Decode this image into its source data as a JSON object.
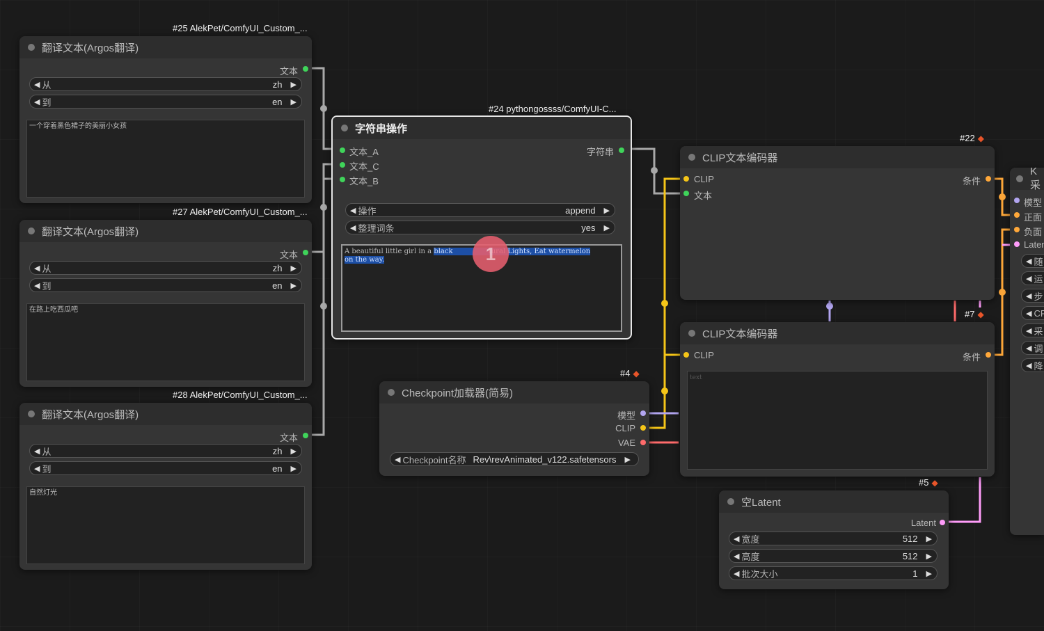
{
  "colors": {
    "string_socket": "#3fd45a",
    "clip_socket": "#f5c518",
    "cond_socket": "#ffa83a",
    "model_socket": "#b2a5f0",
    "vae_socket": "#ff6b6b",
    "latent_socket": "#ff9cf9",
    "string_wire": "#a8a8a8",
    "clip_wire": "#f5c518",
    "cond_wire": "#ffa83a",
    "vae_wire": "#ff6b6b",
    "latent_wire": "#ff9cf9",
    "model_wire": "#b2a5f0"
  },
  "nodes": {
    "translate25": {
      "badge": "#25 AlekPet/ComfyUI_Custom_...",
      "title": "翻译文本(Argos翻译)",
      "output": "文本",
      "from_label": "从",
      "from_value": "zh",
      "to_label": "到",
      "to_value": "en",
      "text": "一个穿着黑色裙子的美丽小女孩"
    },
    "translate27": {
      "badge": "#27 AlekPet/ComfyUI_Custom_...",
      "title": "翻译文本(Argos翻译)",
      "output": "文本",
      "from_label": "从",
      "from_value": "zh",
      "to_label": "到",
      "to_value": "en",
      "text": "在路上吃西瓜吧"
    },
    "translate28": {
      "badge": "#28 AlekPet/ComfyUI_Custom_...",
      "title": "翻译文本(Argos翻译)",
      "output": "文本",
      "from_label": "从",
      "from_value": "zh",
      "to_label": "到",
      "to_value": "en",
      "text": "自然灯光"
    },
    "string_op": {
      "badge": "#24 pythongossss/ComfyUI-C...",
      "title": "字符串操作",
      "inputs": [
        "文本_A",
        "文本_C",
        "文本_B"
      ],
      "output": "字符串",
      "op_label": "操作",
      "op_value": "append",
      "tidy_label": "整理词条",
      "tidy_value": "yes",
      "text_a": "A beautiful little girl in a ",
      "text_sel1": "black ",
      "text_b": "tural Lights, Eat watermelon",
      "text_sel2": "on the way."
    },
    "clip22": {
      "badge": "#22",
      "title": "CLIP文本编码器",
      "in_clip": "CLIP",
      "in_text": "文本",
      "output": "条件"
    },
    "clip7": {
      "badge": "#7",
      "title": "CLIP文本编码器",
      "in_clip": "CLIP",
      "output": "条件",
      "text": "text"
    },
    "checkpoint4": {
      "badge": "#4",
      "title": "Checkpoint加载器(简易)",
      "out_model": "模型",
      "out_clip": "CLIP",
      "out_vae": "VAE",
      "ckpt_label": "Checkpoint名称",
      "ckpt_value": "Rev\\revAnimated_v122.safetensors"
    },
    "latent5": {
      "badge": "#5",
      "title": "空Latent",
      "output": "Latent",
      "width_label": "宽度",
      "width_value": "512",
      "height_label": "高度",
      "height_value": "512",
      "batch_label": "批次大小",
      "batch_value": "1"
    },
    "ksampler": {
      "title": "K采",
      "inputs": [
        "模型",
        "正面",
        "负面",
        "Laten"
      ],
      "widgets": [
        "随",
        "运",
        "步",
        "CF",
        "采",
        "调",
        "降"
      ]
    }
  },
  "cursor_label": "1"
}
